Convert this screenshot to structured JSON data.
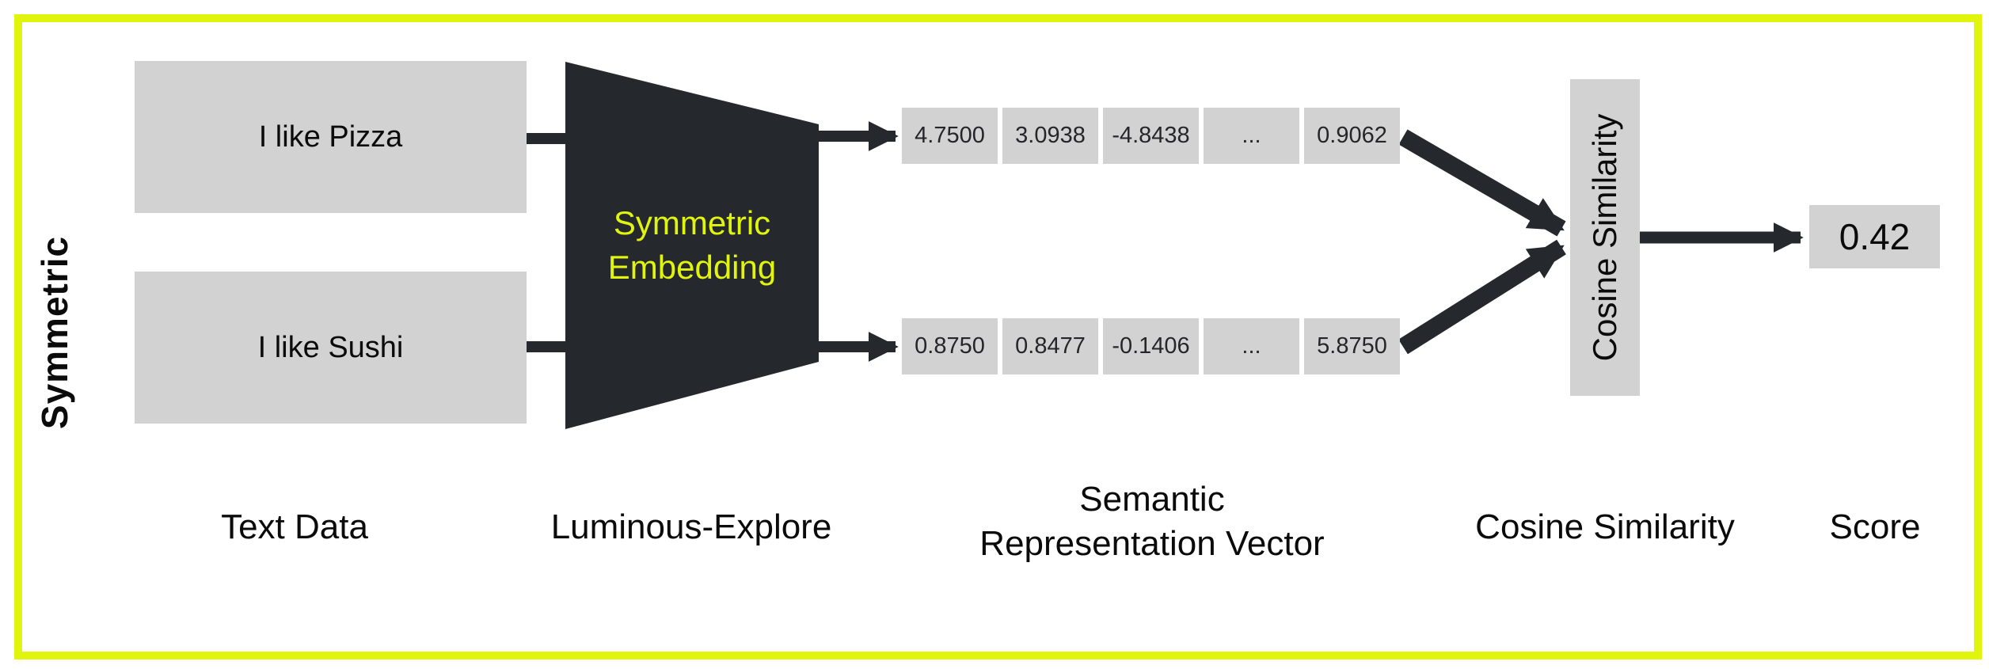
{
  "side_label": "Symmetric",
  "text_data": {
    "items": [
      "I like Pizza",
      "I like Sushi"
    ]
  },
  "embedding": {
    "line1": "Symmetric",
    "line2": "Embedding"
  },
  "vectors": {
    "top": [
      "4.7500",
      "3.0938",
      "-4.8438",
      "...",
      "0.9062"
    ],
    "bottom": [
      "0.8750",
      "0.8477",
      "-0.1406",
      "...",
      "5.8750"
    ]
  },
  "similarity_box_label": "Cosine Similarity",
  "score_value": "0.42",
  "captions": {
    "text_data": "Text Data",
    "model": "Luminous-Explore",
    "vector_line1": "Semantic",
    "vector_line2": "Representation Vector",
    "similarity": "Cosine Similarity",
    "score": "Score"
  },
  "colors": {
    "accent_yellow": "#E0F40C",
    "dark": "#25282D",
    "box_gray": "#D2D2D2"
  }
}
